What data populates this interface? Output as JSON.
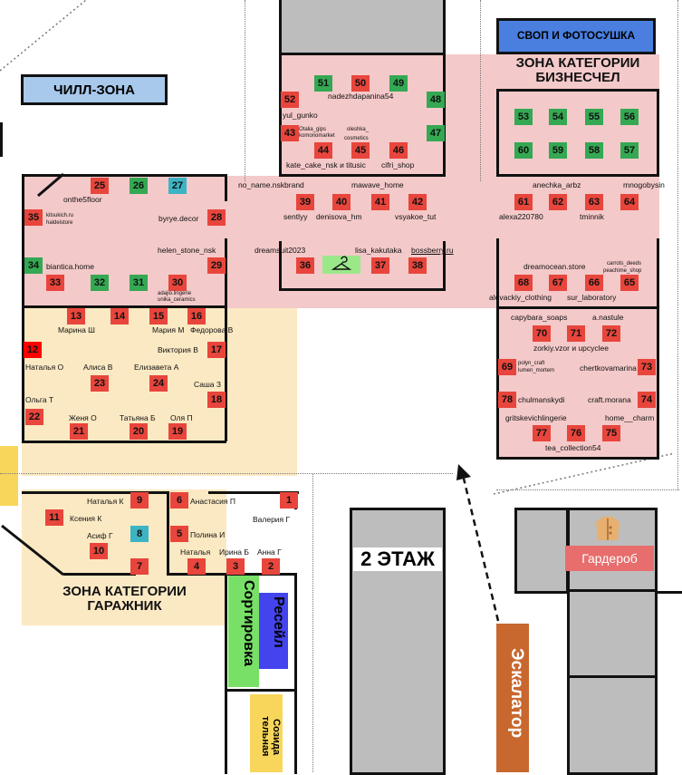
{
  "zones": {
    "chill": "ЧИЛЛ-ЗОНА",
    "swap": "СВОП И ФОТОСУШКА",
    "business": "ЗОНА КАТЕГОРИИ БИЗНЕСЧЕЛ",
    "garage": "ЗОНА КАТЕГОРИИ ГАРАЖНИК",
    "floor2": "2 ЭТАЖ",
    "wardrobe": "Гардероб",
    "escalator": "Эскалатор",
    "sorting": "Сортировка",
    "resale": "Ресейл",
    "creative": "Созида тельная"
  },
  "icons": {
    "hanger": "hanger-icon",
    "coat": "coat-icon",
    "arrow": "arrow-up-icon"
  },
  "colors": {
    "red": "#e8453c",
    "green": "#34a853",
    "teal": "#3cb4c4",
    "pink_zone": "#f4c9c9",
    "yellow_zone": "#fbe9c3",
    "blue_label": "#a8c8ec",
    "swap_blue": "#4a7fe0",
    "escalator": "#c8672e",
    "sorting_green": "#78e066",
    "resale_blue": "#4444ee",
    "creative_yellow": "#f8d65c",
    "wardrobe": "#e86d6d",
    "hanger_green": "#9be88a"
  },
  "booths": [
    {
      "n": "1",
      "c": "red"
    },
    {
      "n": "2",
      "c": "red"
    },
    {
      "n": "3",
      "c": "red"
    },
    {
      "n": "4",
      "c": "red"
    },
    {
      "n": "5",
      "c": "red"
    },
    {
      "n": "6",
      "c": "red"
    },
    {
      "n": "7",
      "c": "red"
    },
    {
      "n": "8",
      "c": "teal"
    },
    {
      "n": "9",
      "c": "red"
    },
    {
      "n": "10",
      "c": "red"
    },
    {
      "n": "11",
      "c": "red"
    },
    {
      "n": "12",
      "c": "bred"
    },
    {
      "n": "13",
      "c": "red"
    },
    {
      "n": "14",
      "c": "red"
    },
    {
      "n": "15",
      "c": "red"
    },
    {
      "n": "16",
      "c": "red"
    },
    {
      "n": "17",
      "c": "red"
    },
    {
      "n": "18",
      "c": "red"
    },
    {
      "n": "19",
      "c": "red"
    },
    {
      "n": "20",
      "c": "red"
    },
    {
      "n": "21",
      "c": "red"
    },
    {
      "n": "22",
      "c": "red"
    },
    {
      "n": "23",
      "c": "red"
    },
    {
      "n": "24",
      "c": "red"
    },
    {
      "n": "25",
      "c": "red"
    },
    {
      "n": "26",
      "c": "green"
    },
    {
      "n": "27",
      "c": "teal"
    },
    {
      "n": "28",
      "c": "red"
    },
    {
      "n": "29",
      "c": "red"
    },
    {
      "n": "30",
      "c": "red"
    },
    {
      "n": "31",
      "c": "green"
    },
    {
      "n": "32",
      "c": "green"
    },
    {
      "n": "33",
      "c": "red"
    },
    {
      "n": "34",
      "c": "green"
    },
    {
      "n": "35",
      "c": "red"
    },
    {
      "n": "36",
      "c": "red"
    },
    {
      "n": "37",
      "c": "red"
    },
    {
      "n": "38",
      "c": "red"
    },
    {
      "n": "39",
      "c": "red"
    },
    {
      "n": "40",
      "c": "red"
    },
    {
      "n": "41",
      "c": "red"
    },
    {
      "n": "42",
      "c": "red"
    },
    {
      "n": "43",
      "c": "red"
    },
    {
      "n": "44",
      "c": "red"
    },
    {
      "n": "45",
      "c": "red"
    },
    {
      "n": "46",
      "c": "red"
    },
    {
      "n": "47",
      "c": "green"
    },
    {
      "n": "48",
      "c": "green"
    },
    {
      "n": "49",
      "c": "green"
    },
    {
      "n": "50",
      "c": "red"
    },
    {
      "n": "51",
      "c": "green"
    },
    {
      "n": "52",
      "c": "red"
    },
    {
      "n": "53",
      "c": "green"
    },
    {
      "n": "54",
      "c": "green"
    },
    {
      "n": "55",
      "c": "green"
    },
    {
      "n": "56",
      "c": "green"
    },
    {
      "n": "57",
      "c": "green"
    },
    {
      "n": "58",
      "c": "green"
    },
    {
      "n": "59",
      "c": "green"
    },
    {
      "n": "60",
      "c": "green"
    },
    {
      "n": "61",
      "c": "red"
    },
    {
      "n": "62",
      "c": "red"
    },
    {
      "n": "63",
      "c": "red"
    },
    {
      "n": "64",
      "c": "red"
    },
    {
      "n": "65",
      "c": "red"
    },
    {
      "n": "66",
      "c": "red"
    },
    {
      "n": "67",
      "c": "red"
    },
    {
      "n": "68",
      "c": "red"
    },
    {
      "n": "69",
      "c": "red"
    },
    {
      "n": "70",
      "c": "red"
    },
    {
      "n": "71",
      "c": "red"
    },
    {
      "n": "72",
      "c": "red"
    },
    {
      "n": "73",
      "c": "red"
    },
    {
      "n": "74",
      "c": "red"
    },
    {
      "n": "75",
      "c": "red"
    },
    {
      "n": "76",
      "c": "red"
    },
    {
      "n": "77",
      "c": "red"
    },
    {
      "n": "78",
      "c": "red"
    }
  ],
  "labels": [
    "onthe5floor",
    "kitsukich.ru",
    "haldeistore",
    "byrye.decor",
    "helen_stone_nsk",
    "biantica.home",
    "adajio.lingerie",
    "unika_ceramics",
    "Марина Ш",
    "Мария М",
    "Федорова В",
    "Виктория В",
    "Наталья О",
    "Алиса В",
    "Елизавета А",
    "Саша З",
    "Ольга Т",
    "Женя О",
    "Татьяна Б",
    "Оля П",
    "Наталья К",
    "Анастасия П",
    "Ксения К",
    "Валерия Г",
    "Асиф Г",
    "Полина И",
    "Наталья",
    "Ирина Б",
    "Анна Г",
    "nadezhdapanina54",
    "yul_gunko",
    "Otalia_gips",
    "komonomarket",
    "oleshka_",
    "cosmetics",
    "kate_cake_nsk и titusic",
    "cifri_shop",
    "no_name.nskbrand",
    "mawave_home",
    "sentlyy",
    "denisova_hm",
    "vsyakoe_tut",
    "dreamsuit2023",
    "lisa_kakutaka",
    "bossberry.ru",
    "anechka_arbz",
    "mnogobysin",
    "alexa220780",
    "tminnik",
    "dreamocean.store",
    "carrots_deeds",
    "peachime_shop",
    "alovackiy_clothing",
    "sur_laboratory",
    "capybara_soaps",
    "a.nastule",
    "zorkiy.vzor и upcyclee",
    "polyn_craft",
    "lumen_mortem",
    "chertkovamarina",
    "chulmanskydi",
    "craft.morana",
    "gritskevichlingerie",
    "home__charm",
    "tea_collection54"
  ]
}
